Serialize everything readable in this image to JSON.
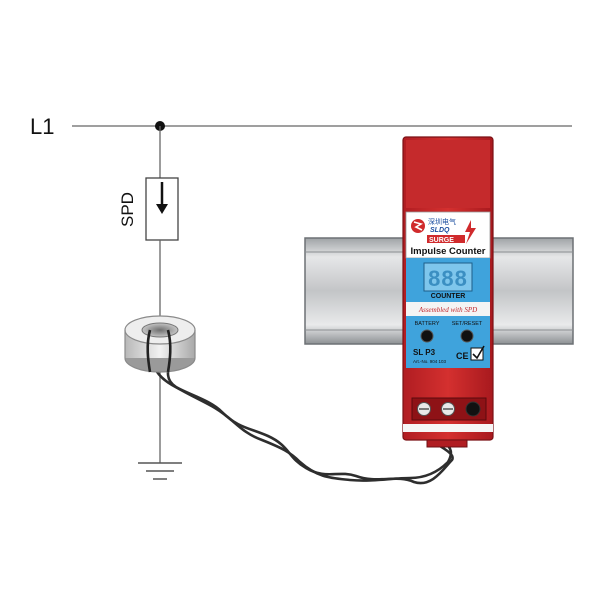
{
  "diagram": {
    "line_label": "L1",
    "spd_label": "SPD",
    "brand_cn": "深圳电气",
    "brand_en": "SLDQ",
    "brand_tag": "SURGE",
    "product_title": "Impulse Counter",
    "display_digits": "888",
    "display_label": "COUNTER",
    "assembled_note": "Assembled with SPD",
    "battery_label": "BATTERY",
    "setreset_label": "SET/RESET",
    "model": "SL P3",
    "art_no": "Art.-No. 904 103",
    "ce_mark": "CE"
  },
  "colors": {
    "housing_red": "#c8262a",
    "panel_blue": "#3fa3dc",
    "rail_gray": "#c9cbcd",
    "wire": "#3a3a3a"
  }
}
